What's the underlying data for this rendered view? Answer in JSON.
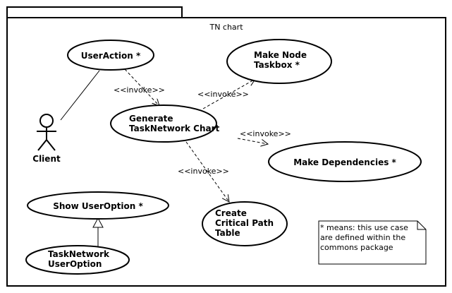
{
  "package": {
    "title": "TN chart"
  },
  "actor": {
    "label": "Client"
  },
  "use_cases": {
    "user_action": "UserAction *",
    "generate": [
      "Generate",
      "TaskNetwork Chart"
    ],
    "make_node": [
      "Make Node",
      "Taskbox *"
    ],
    "make_dependencies": "Make Dependencies *",
    "critical_path": [
      "Create",
      "Critical Path",
      "Table"
    ],
    "show_user_option": "Show UserOption *",
    "tasknetwork_user_option": [
      "TaskNetwork",
      "UserOption"
    ]
  },
  "stereotype": "<<invoke>>",
  "note": [
    "* means: this use case",
    "are defined within the",
    "commons package"
  ]
}
